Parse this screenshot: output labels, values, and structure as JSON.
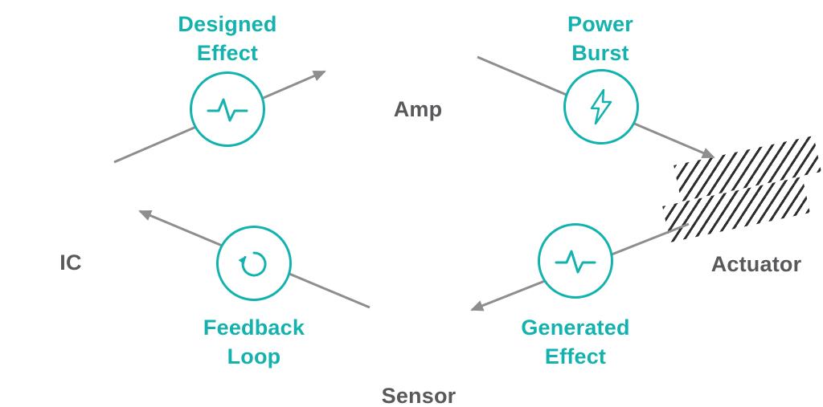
{
  "colors": {
    "accent": "#14b2ae",
    "node_text": "#58595b",
    "arrow": "#8c8e90",
    "hatch": "#1b1b1b"
  },
  "nodes": {
    "ic": "IC",
    "amp": "Amp",
    "actuator": "Actuator",
    "sensor": "Sensor"
  },
  "steps": {
    "designed_effect": {
      "line1": "Designed",
      "line2": "Effect",
      "icon": "pulse-icon"
    },
    "power_burst": {
      "line1": "Power",
      "line2": "Burst",
      "icon": "bolt-icon"
    },
    "feedback_loop": {
      "line1": "Feedback",
      "line2": "Loop",
      "icon": "loop-icon"
    },
    "generated_effect": {
      "line1": "Generated",
      "line2": "Effect",
      "icon": "pulse-icon"
    }
  }
}
